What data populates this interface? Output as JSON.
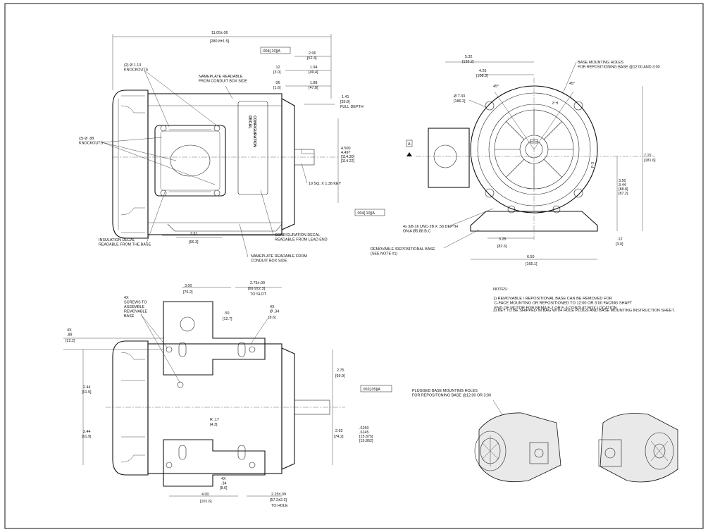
{
  "top_left_view": {
    "overall_length": "11.05±.06",
    "overall_length_mm": "[280.8±1.5]",
    "knockouts_113": "(2) Ø 1.13\nKNOCKOUTS",
    "knockouts_88": "(3) Ø .88\nKNOCKOUTS",
    "nameplate_top": "NAMEPLATE READABLE\nFROM CONDUIT BOX SIDE",
    "fcf_top": ".004[.10]|A",
    "dim_206": "2.06",
    "dim_206_mm": "[52.4]",
    "dim_12": ".12",
    "dim_12_mm": "[3.0]",
    "dim_194": "1.94",
    "dim_194_mm": "[49.4]",
    "dim_06": ".06",
    "dim_06_mm": "[1.6]",
    "dim_188": "1.88",
    "dim_188_mm": "[47.8]",
    "dim_141": "1.41",
    "dim_141_mm": "[35.8]",
    "full_depth": "FULL DEPTH",
    "shaft_dia_top": "4.500",
    "shaft_dia_bot": "4.497",
    "shaft_dia_mm1": "[114.30]",
    "shaft_dia_mm2": "[114.22]",
    "key": "19 SQ. X 1.38 KEY",
    "config_decal_text": "CONFIGURATION\nDECAL",
    "fcf_bottom": ".004[.10]|A",
    "insulation_decal": "INSULATION DECAL\nREADABLE FROM THE BASE",
    "dim_261": "2.61",
    "dim_261_mm": "[66.3]",
    "config_decal_note": "CONFIGURATION DECAL\nREADABLE FROM LEAD END",
    "nameplate_bottom": "NAMEPLATE READABLE FROM\nCONDUIT BOX SIDE"
  },
  "top_right_view": {
    "dim_532": "5.32",
    "dim_532_mm": "[135.2]",
    "dim_426": "4.26",
    "dim_426_mm": "[108.3]",
    "dia_733": "Ø 7.33",
    "dia_733_mm": "[186.2]",
    "angle_left": "45°",
    "angle_right": "45°",
    "base_holes": "BASE MOUNTING HOLES\nFOR REPOSITIONING BASE @12:00 AND 3:00",
    "f2": "F-2",
    "f3": "F-3",
    "datum_a": "A",
    "dim_715": "7.15",
    "dim_715_mm": "[181.6]",
    "dim_350_top": "3.50",
    "dim_350_bot": "3.44",
    "dim_350_mm1": "[88.8]",
    "dim_350_mm2": "[87.2]",
    "tapped_holes": "4x 3/8-16 UNC-2B X .56 DEPTH\nON A Ø5.88 B.C",
    "removable_base": "REMOVABLE /REPOSITIONAL BASE\n(SEE NOTE #1)",
    "dim_325": "3.25",
    "dim_325_mm": "[82.6]",
    "dim_650": "6.50",
    "dim_650_mm": "[165.1]",
    "dim_12": ".12",
    "dim_12_mm": "[3.0]"
  },
  "bottom_view": {
    "screws": "4X\nSCREWS TO\nASSEMBLE\nREMOVABLE\nBASE",
    "dim_300": "3.00",
    "dim_300_mm": "[76.2]",
    "dim_275": "2.75±.09",
    "dim_275_mm": "[69.9±2.3]",
    "to_slot": "TO SLOT",
    "dim_50": ".50",
    "dim_50_mm": "[12.7]",
    "holes_34": "4X\nØ .34",
    "holes_34_mm": "[8.6]",
    "dim_88_4x": "4X\n.88",
    "dim_88_mm": "[22.2]",
    "dim_275b": "2.75",
    "dim_275b_mm": "[69.9]",
    "fcf_shaft": ".002[.05]|A",
    "dim_244_top": "2.44",
    "dim_244_top_mm": "[61.9]",
    "dim_244_bot": "2.44",
    "dim_244_bot_mm": "[61.9]",
    "radius": "R .17",
    "radius_mm": "[4.3]",
    "dim_292": "2.92",
    "dim_292_mm": "[74.2]",
    "shaft_top": ".6250",
    "shaft_bot": ".6245",
    "shaft_mm1": "[15.875]",
    "shaft_mm2": "[15.862]",
    "dim_34_4x": "4X\n.34",
    "dim_34_mm": "[8.6]",
    "dim_400": "4.00",
    "dim_400_mm": "[101.6]",
    "dim_225": "2.25±.09",
    "dim_225_mm": "[57.2±2.3]",
    "to_hole": "TO HOLE"
  },
  "notes": {
    "title": "NOTES:",
    "n1": "1)  REMOVABLE / REPOSITIONAL BASE CAN BE REMOVED FOR\n     C-FACE MOUNTING OR REPOSITIONED TO 12:00 OR 3:00 FACING SHAFT\n     END OF MOTOR FOR NEMA F-2 OR F-3 CONDUIT BOX LOCATION.",
    "n2": "2)  KEY TO BE SHIPPED IN BAG WITH HOLE PLUGS AND BASE MOUNTING INSTRUCTION SHEET."
  },
  "iso_views": {
    "plugged_holes": "PLUGGED BASE MOUNTING HOLES\nFOR REPOSITONING BASE @12:00 OR 3:00"
  }
}
